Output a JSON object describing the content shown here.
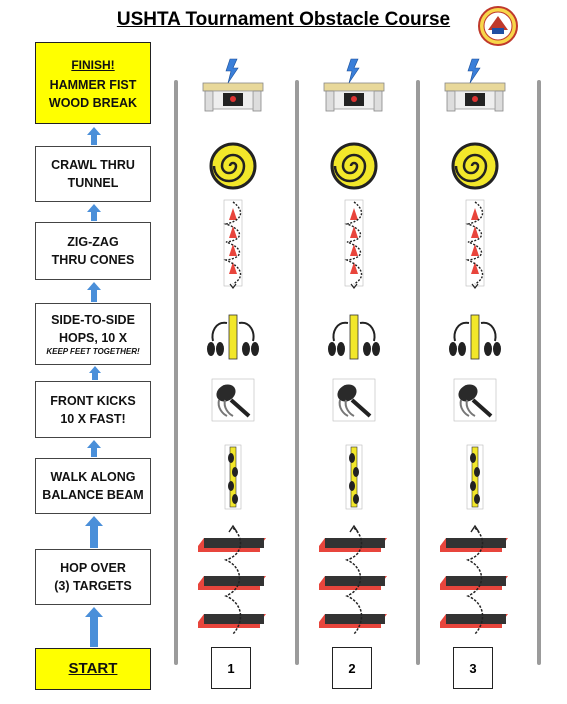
{
  "title": "USHTA Tournament Obstacle Course",
  "colors": {
    "yellow": "#ffff00",
    "arrow_blue": "#4a8fd9",
    "target_red": "#e8453c",
    "cone_red": "#e8453c",
    "divider_gray": "#9b9b9b"
  },
  "stations": {
    "finish": {
      "head": "FINISH!",
      "line1": "HAMMER FIST",
      "line2": "WOOD BREAK"
    },
    "crawl": {
      "line1": "CRAWL THRU",
      "line2": "TUNNEL"
    },
    "zigzag": {
      "line1": "ZIG-ZAG",
      "line2": "THRU CONES"
    },
    "hops": {
      "line1": "SIDE-TO-SIDE",
      "line2": "HOPS, 10 X",
      "note": "KEEP FEET TOGETHER!"
    },
    "kicks": {
      "line1": "FRONT KICKS",
      "line2": "10 X FAST!"
    },
    "balance": {
      "line1": "WALK ALONG",
      "line2": "BALANCE BEAM"
    },
    "targets": {
      "line1": "HOP OVER",
      "line2": "(3) TARGETS"
    },
    "start": {
      "label": "START"
    }
  },
  "lanes": [
    "1",
    "2",
    "3"
  ],
  "icons": [
    "wood-break-icon",
    "tunnel-icon",
    "cones-icon",
    "side-hop-icon",
    "kick-pad-icon",
    "balance-beam-icon",
    "targets-icon"
  ]
}
